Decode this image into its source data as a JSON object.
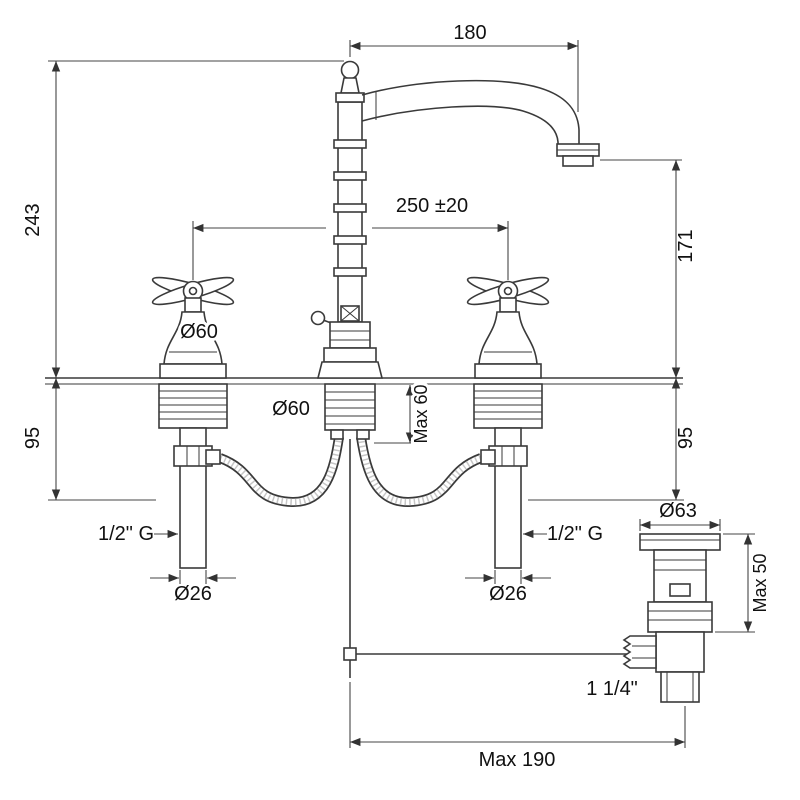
{
  "diagram": {
    "dimensions": {
      "spout_reach": "180",
      "total_height": "243",
      "handle_spacing": "250 ±20",
      "spout_height": "171",
      "handle_diameter": "Ø60",
      "body_diameter": "Ø60",
      "deck_thickness_max": "Max 60",
      "under_deck_left": "95",
      "under_deck_right": "95",
      "thread_left": "1/2\" G",
      "thread_right": "1/2\" G",
      "tail_diameter_left": "Ø26",
      "tail_diameter_right": "Ø26",
      "waste_flange_diameter": "Ø63",
      "waste_deck_max": "Max 50",
      "waste_thread": "1 1/4\"",
      "rod_reach_max": "Max 190"
    }
  }
}
